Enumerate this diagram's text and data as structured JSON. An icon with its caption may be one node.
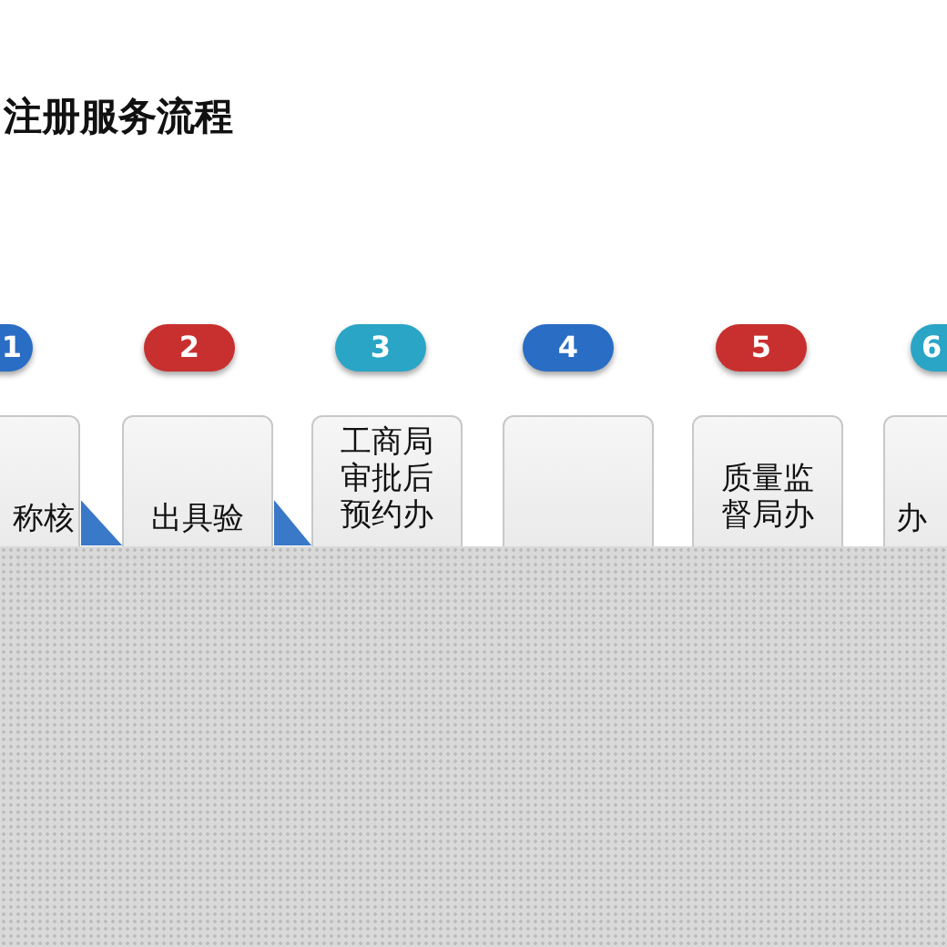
{
  "diagram": {
    "title": "注册服务流程",
    "nodes": [
      {
        "text": [
          "1"
        ]
      },
      {
        "text": [
          "2"
        ]
      },
      {
        "text": [
          "3"
        ]
      },
      {
        "text": [
          "4"
        ]
      },
      {
        "text": [
          "5"
        ]
      },
      {
        "text": [
          "6"
        ]
      },
      {
        "text": [
          "称核"
        ]
      },
      {
        "text": [
          "出具验"
        ]
      },
      {
        "text": [
          "工商局审批后预约办"
        ]
      },
      {
        "text": [],
        "shape": "box"
      },
      {
        "text": [
          "质量监督局办"
        ]
      },
      {
        "text": [
          "办"
        ]
      }
    ],
    "edges": [
      {
        "from": 6,
        "to": 7,
        "arrow": "to"
      },
      {
        "from": 7,
        "to": 8,
        "arrow": "to"
      }
    ]
  }
}
